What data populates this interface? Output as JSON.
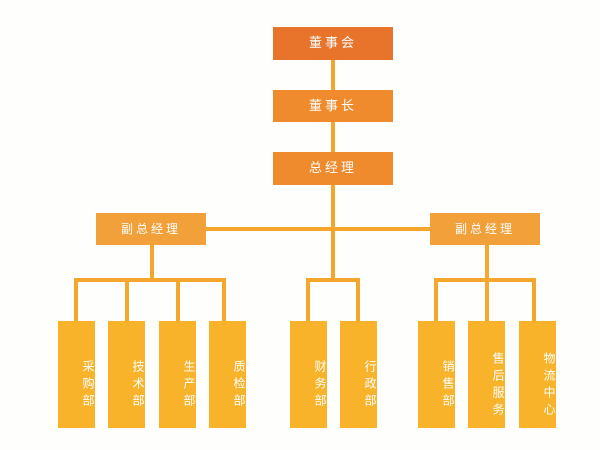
{
  "chart": {
    "title": "",
    "type": "org-chart",
    "background_color": "#fefefc",
    "line_color": "#f5a62c",
    "colors": {
      "board": "#e8732a",
      "executive": "#ef8b2c",
      "vice": "#f2a03a",
      "department": "#f8b32b",
      "text": "#ffffff"
    }
  },
  "nodes": {
    "board": {
      "label": "董事会"
    },
    "chairman": {
      "label": "董事长"
    },
    "general_manager": {
      "label": "总经理"
    },
    "vice_left": {
      "label": "副总经理"
    },
    "vice_right": {
      "label": "副总经理"
    },
    "departments_left": [
      {
        "label": "采购部"
      },
      {
        "label": "技术部"
      },
      {
        "label": "生产部"
      },
      {
        "label": "质检部"
      }
    ],
    "departments_center": [
      {
        "label": "财务部"
      },
      {
        "label": "行政部"
      }
    ],
    "departments_right": [
      {
        "label": "销售部"
      },
      {
        "label": "售后服务"
      },
      {
        "label": "物流中心"
      }
    ]
  }
}
